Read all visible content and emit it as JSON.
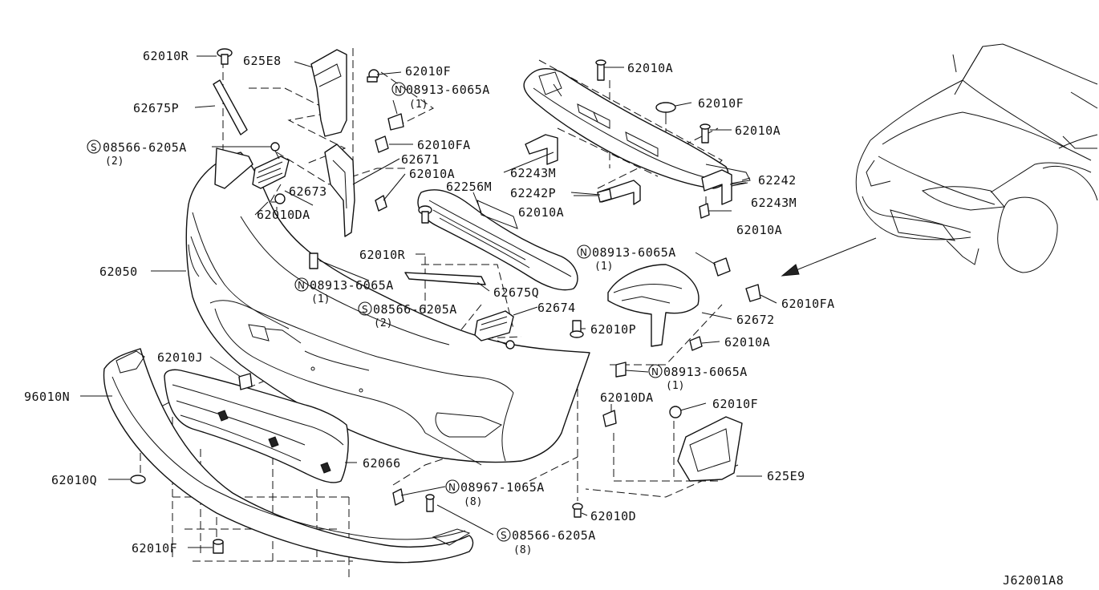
{
  "diagram_code": "J62001A8",
  "arrow": "view-direction-arrow",
  "labels": [
    {
      "id": "l1",
      "text": "62010R"
    },
    {
      "id": "l2",
      "text": "625E8"
    },
    {
      "id": "l3",
      "text": "62010F"
    },
    {
      "id": "l4",
      "prefix": "N",
      "text": "08913-6065A",
      "qty": "(1)"
    },
    {
      "id": "l5",
      "text": "62675P"
    },
    {
      "id": "l6",
      "prefix": "S",
      "text": "08566-6205A",
      "qty": "(2)"
    },
    {
      "id": "l7",
      "text": "62010FA"
    },
    {
      "id": "l8",
      "text": "62671"
    },
    {
      "id": "l9",
      "text": "62010A"
    },
    {
      "id": "l10",
      "text": "62673"
    },
    {
      "id": "l11",
      "text": "62010DA"
    },
    {
      "id": "l12",
      "text": "62050"
    },
    {
      "id": "l13",
      "prefix": "N",
      "text": "08913-6065A",
      "qty": "(1)"
    },
    {
      "id": "l14",
      "text": "62010A"
    },
    {
      "id": "l15",
      "text": "62010F"
    },
    {
      "id": "l16",
      "text": "62010A"
    },
    {
      "id": "l17",
      "text": "62243M"
    },
    {
      "id": "l18",
      "text": "62256M"
    },
    {
      "id": "l19",
      "text": "62242P"
    },
    {
      "id": "l20",
      "text": "62242"
    },
    {
      "id": "l21",
      "text": "62010A"
    },
    {
      "id": "l22",
      "text": "62243M"
    },
    {
      "id": "l23",
      "text": "62010A"
    },
    {
      "id": "l24",
      "text": "62010R"
    },
    {
      "id": "l25",
      "prefix": "N",
      "text": "08913-6065A",
      "qty": "(1)"
    },
    {
      "id": "l26",
      "text": "62675Q"
    },
    {
      "id": "l27",
      "prefix": "S",
      "text": "08566-6205A",
      "qty": "(2)"
    },
    {
      "id": "l28",
      "text": "62674"
    },
    {
      "id": "l29",
      "text": "62010FA"
    },
    {
      "id": "l30",
      "text": "62672"
    },
    {
      "id": "l31",
      "text": "62010P"
    },
    {
      "id": "l32",
      "text": "62010A"
    },
    {
      "id": "l33",
      "text": "62010J"
    },
    {
      "id": "l34",
      "prefix": "N",
      "text": "08913-6065A",
      "qty": "(1)"
    },
    {
      "id": "l35",
      "text": "96010N"
    },
    {
      "id": "l36",
      "text": "62010DA"
    },
    {
      "id": "l37",
      "text": "62010F"
    },
    {
      "id": "l38",
      "text": "62066"
    },
    {
      "id": "l39",
      "text": "625E9"
    },
    {
      "id": "l40",
      "text": "62010Q"
    },
    {
      "id": "l41",
      "prefix": "N",
      "text": "08967-1065A",
      "qty": "(8)"
    },
    {
      "id": "l42",
      "text": "62010D"
    },
    {
      "id": "l43",
      "prefix": "S",
      "text": "08566-6205A",
      "qty": "(8)"
    },
    {
      "id": "l44",
      "text": "62010F"
    }
  ]
}
